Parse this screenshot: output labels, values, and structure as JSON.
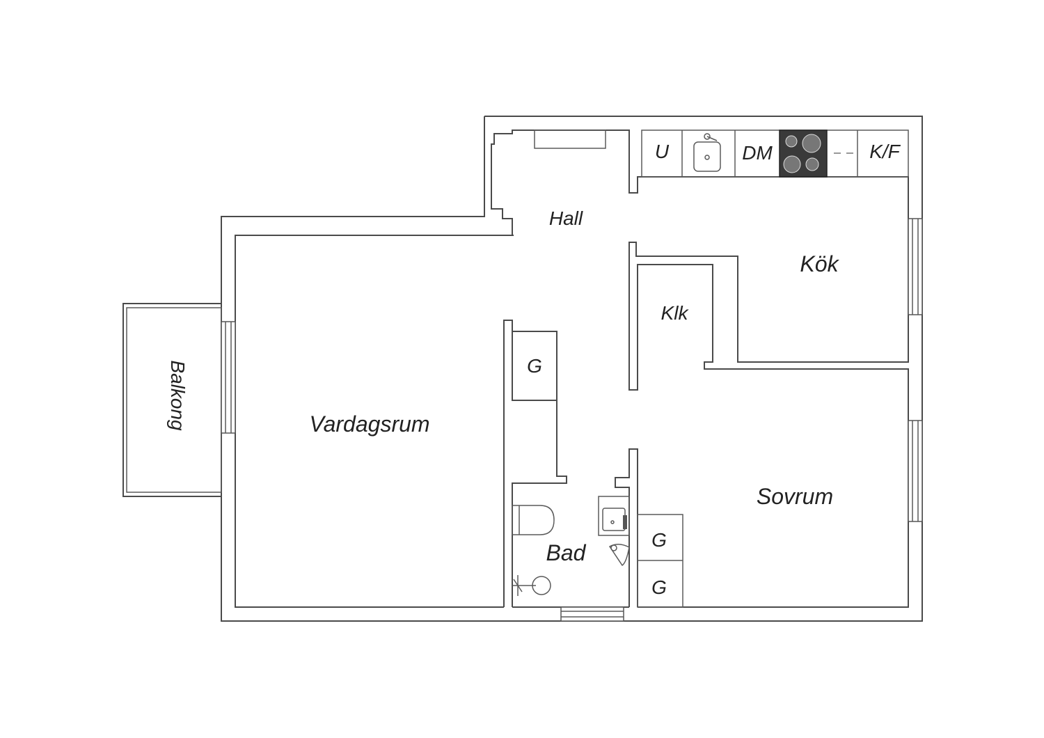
{
  "rooms": {
    "hall": "Hall",
    "kok": "Kök",
    "klk": "Klk",
    "vardagsrum": "Vardagsrum",
    "balkong": "Balkong",
    "bad": "Bad",
    "sovrum": "Sovrum"
  },
  "fixtures": {
    "u": "U",
    "dm": "DM",
    "kf": "K/F",
    "g_hall": "G",
    "g_sovrum_1": "G",
    "g_sovrum_2": "G"
  },
  "colors": {
    "wall": "#4a4a4a",
    "stove": "#3a3a3a",
    "background": "#ffffff"
  }
}
